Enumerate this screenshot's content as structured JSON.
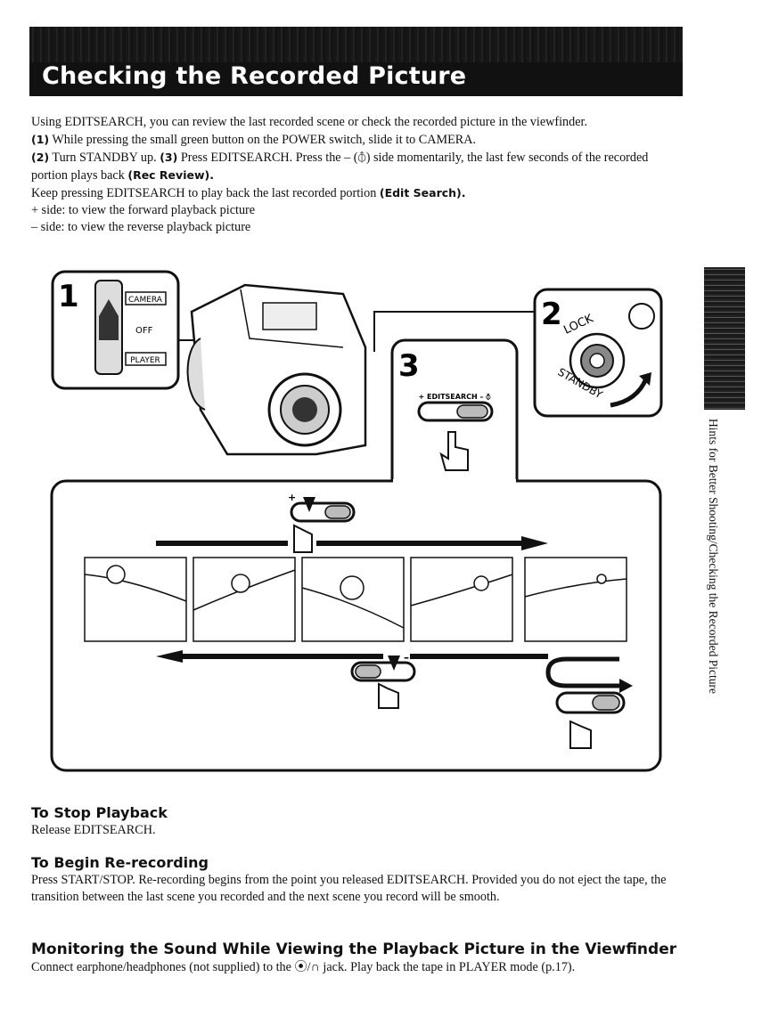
{
  "title": "Checking the Recorded Picture",
  "intro": {
    "line1": "Using EDITSEARCH, you can review the last recorded scene or check the recorded picture in the viewfinder.",
    "step1_num": "(1)",
    "step1_text": " While pressing the small green button on the POWER switch, slide it to CAMERA.",
    "step2_num": "(2)",
    "step2_text": " Turn STANDBY up. ",
    "step3_num": "(3)",
    "step3_text": " Press EDITSEARCH. Press the – (⦽) side momentarily, the last few seconds of the recorded portion plays back ",
    "rec_review": "(Rec Review).",
    "keep_text": "Keep pressing EDITSEARCH to play back the last recorded portion ",
    "edit_search": "(Edit Search).",
    "plus_side": "+ side: to view the forward playback picture",
    "minus_side": "– side: to view the reverse playback picture"
  },
  "diagram": {
    "step1": "1",
    "step2": "2",
    "step3": "3",
    "camera_label": "CAMERA",
    "off_label": "OFF",
    "player_label": "PLAYER",
    "lock_label": "LOCK",
    "standby_label": "STANDBY",
    "editsearch_label": "+ EDITSEARCH – ⦽",
    "plus_mark": "+",
    "minus_mark": "–"
  },
  "side_tab": "Hints for Better Shooting/Checking the Recorded Picture",
  "stop": {
    "heading": "To Stop Playback",
    "text": "Release EDITSEARCH."
  },
  "rerecord": {
    "heading": "To Begin Re-recording",
    "text": "Press START/STOP. Re-recording begins from the point you released EDITSEARCH. Provided you do not eject the tape, the transition between the last scene you recorded and the next scene you record will be smooth."
  },
  "monitor": {
    "heading": "Monitoring the Sound While Viewing the Playback Picture in the Viewfinder",
    "text": "Connect earphone/headphones (not supplied) to the ⦿/∩ jack. Play back the tape in PLAYER mode (p.17)."
  }
}
